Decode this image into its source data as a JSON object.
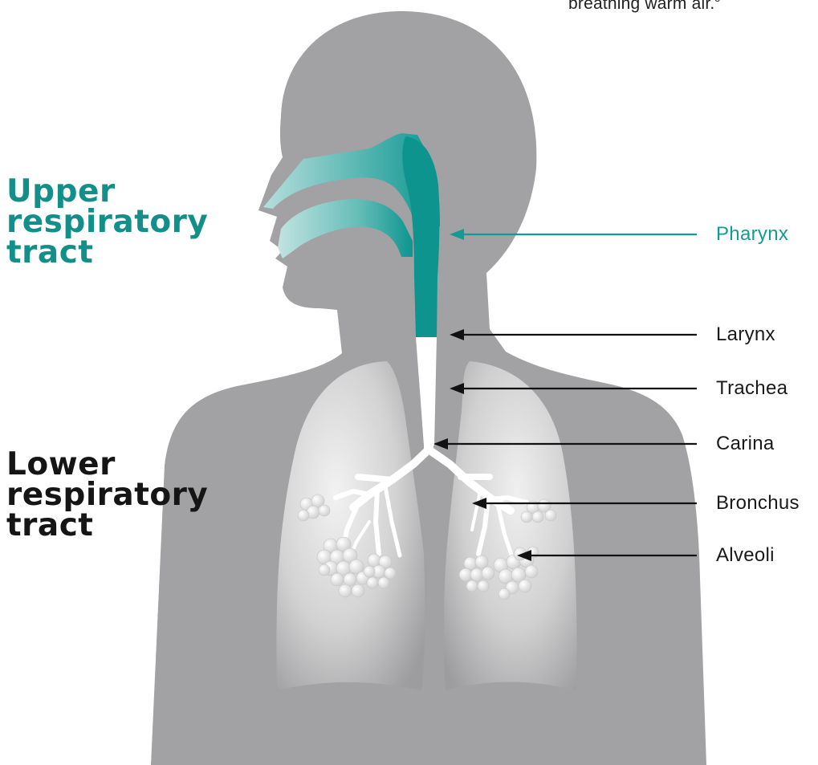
{
  "corner_note": {
    "text": "breathing warm air.",
    "superscript": "3"
  },
  "regions": {
    "upper": [
      "Upper",
      "respiratory",
      "tract"
    ],
    "lower": [
      "Lower",
      "respiratory",
      "tract"
    ]
  },
  "parts": [
    {
      "key": "pharynx",
      "label": "Pharynx",
      "color": "#139a94"
    },
    {
      "key": "larynx",
      "label": "Larynx",
      "color": "#1a1a1a"
    },
    {
      "key": "trachea",
      "label": "Trachea",
      "color": "#1a1a1a"
    },
    {
      "key": "carina",
      "label": "Carina",
      "color": "#1a1a1a"
    },
    {
      "key": "bronchus",
      "label": "Bronchus",
      "color": "#1a1a1a"
    },
    {
      "key": "alveoli",
      "label": "Alveoli",
      "color": "#1a1a1a"
    }
  ],
  "colors": {
    "body": "#a2a2a4",
    "airway_upper": "#0e948f",
    "airway_lower": "#ffffff",
    "upper_label": "#138f8a",
    "lower_label": "#151515"
  }
}
